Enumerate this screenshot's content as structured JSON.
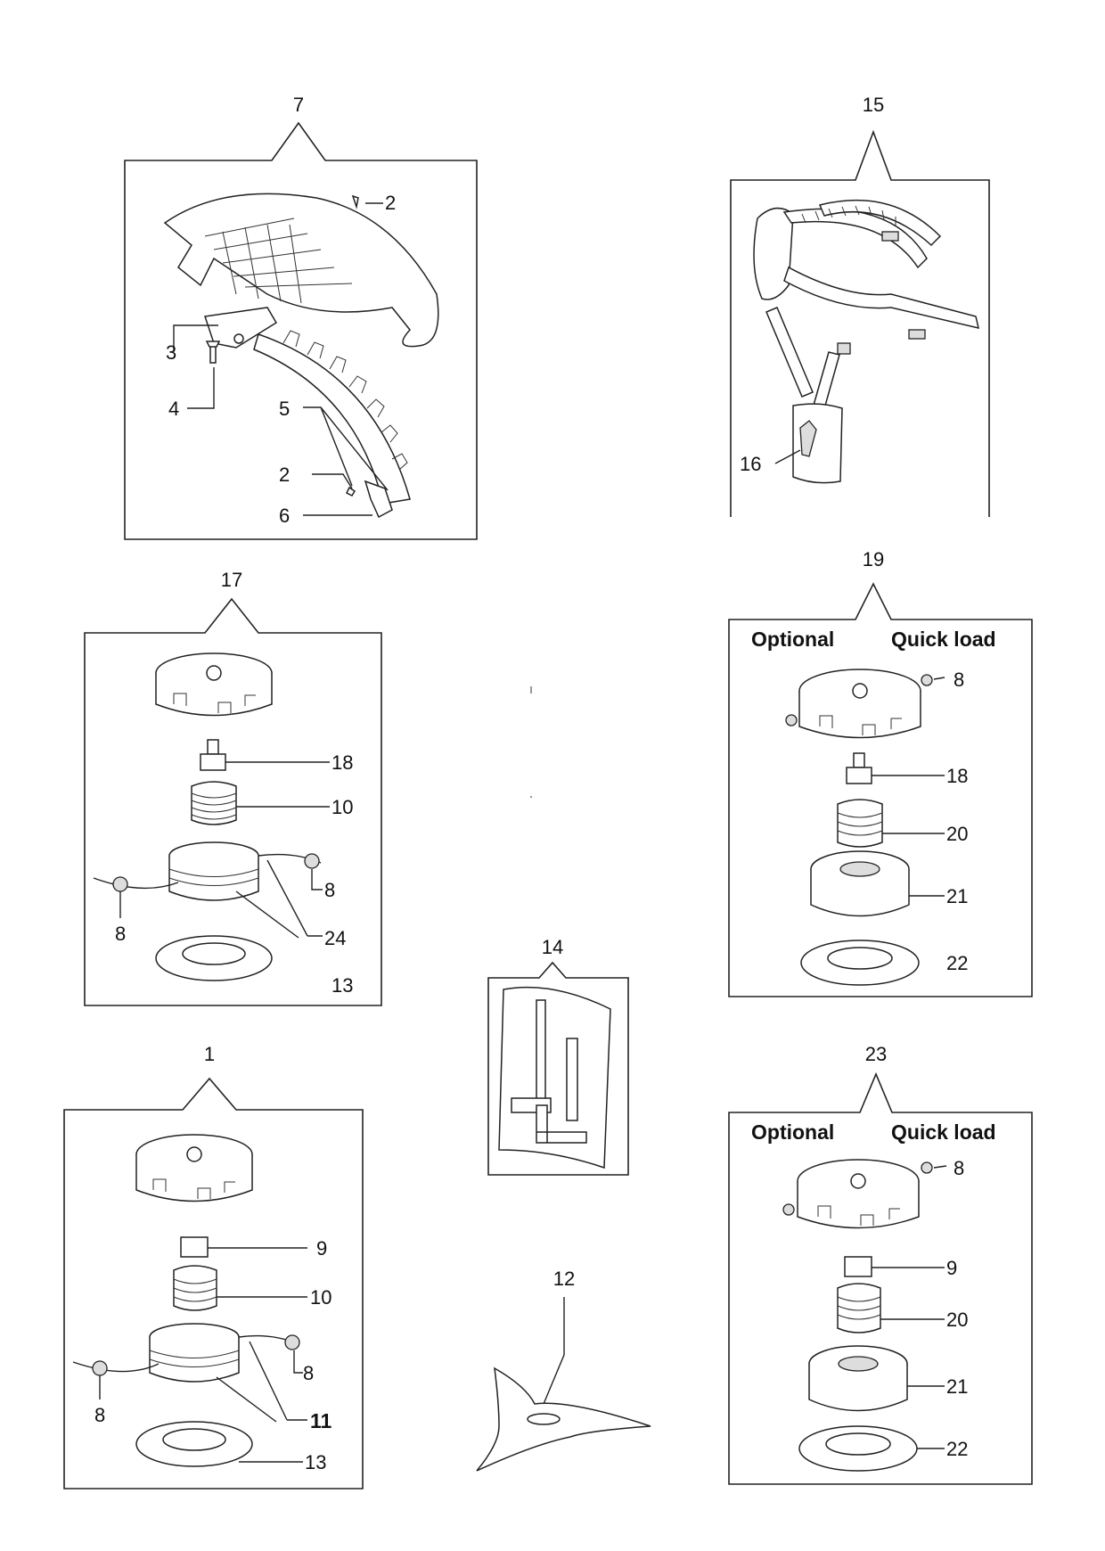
{
  "groups": {
    "g7": "7",
    "g15": "15",
    "g17": "17",
    "g19": "19",
    "g14": "14",
    "g1": "1",
    "g23": "23",
    "g12": "12"
  },
  "callouts": {
    "c7_2a": "2",
    "c7_3": "3",
    "c7_4": "4",
    "c7_5": "5",
    "c7_2b": "2",
    "c7_6": "6",
    "c15_16": "16",
    "c17_18": "18",
    "c17_10": "10",
    "c17_8r": "8",
    "c17_8l": "8",
    "c17_24": "24",
    "c17_13": "13",
    "c19_8": "8",
    "c19_18": "18",
    "c19_20": "20",
    "c19_21": "21",
    "c19_22": "22",
    "c1_9": "9",
    "c1_10": "10",
    "c1_8r": "8",
    "c1_8l": "8",
    "c1_11": "11",
    "c1_13": "13",
    "c23_8": "8",
    "c23_9": "9",
    "c23_20": "20",
    "c23_21": "21",
    "c23_22": "22"
  },
  "notes": {
    "optional": "Optional",
    "quick_load": "Quick load"
  }
}
